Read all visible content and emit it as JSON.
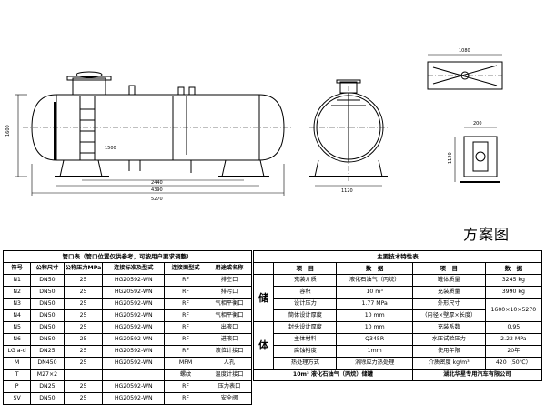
{
  "drawing": {
    "scheme_title": "方案图",
    "dims": {
      "overall_length": "5270",
      "length_4390": "4390",
      "length_2440": "2440",
      "height_1500": "1500",
      "width_1120": "1120",
      "top_1080": "1080",
      "height_1600": "1600",
      "side_200": "200",
      "side_1120": "1120"
    }
  },
  "nozzle_table": {
    "caption": "管口表（管口位置仅供参考，可按用户要求调整）",
    "headers": [
      "符号",
      "公称尺寸",
      "公称压力MPa",
      "连接标准及型式",
      "连接面型式",
      "用途或名称"
    ],
    "rows": [
      [
        "N1",
        "DN50",
        "25",
        "HG20592-WN",
        "RF",
        "排空口"
      ],
      [
        "N2",
        "DN50",
        "25",
        "HG20592-WN",
        "RF",
        "排污口"
      ],
      [
        "N3",
        "DN50",
        "25",
        "HG20592-WN",
        "RF",
        "气相平衡口"
      ],
      [
        "N4",
        "DN50",
        "25",
        "HG20592-WN",
        "RF",
        "气相平衡口"
      ],
      [
        "N5",
        "DN50",
        "25",
        "HG20592-WN",
        "RF",
        "出液口"
      ],
      [
        "N6",
        "DN50",
        "25",
        "HG20592-WN",
        "RF",
        "进液口"
      ],
      [
        "LG a-d",
        "DN25",
        "25",
        "HG20592-WN",
        "RF",
        "液位计接口"
      ],
      [
        "M",
        "DN450",
        "25",
        "HG20592-WN",
        "MFM",
        "人孔"
      ],
      [
        "T",
        "M27×2",
        "",
        "",
        "螺纹",
        "温度计接口"
      ],
      [
        "P",
        "DN25",
        "25",
        "HG20592-WN",
        "RF",
        "压力表口"
      ],
      [
        "SV",
        "DN50",
        "25",
        "HG20592-WN",
        "RF",
        "安全阀"
      ]
    ]
  },
  "spec_table": {
    "caption": "主要技术特性表",
    "headers": [
      "项　目",
      "数　据",
      "项　目",
      "数　据"
    ],
    "side_label_1": "储",
    "side_label_2": "体",
    "rows": [
      [
        "充装介质",
        "液化石油气（丙烷）",
        "罐体质量",
        "3245 kg"
      ],
      [
        "容积",
        "10 m³",
        "充装质量",
        "3990 kg"
      ],
      [
        "设计压力",
        "1.77 MPa",
        "外形尺寸",
        "1600×10×5270"
      ],
      [
        "筒体设计厚度",
        "10 mm",
        "（内径×壁厚×长度）",
        ""
      ],
      [
        "封头设计厚度",
        "10 mm",
        "充装系数",
        "0.95"
      ],
      [
        "主体材料",
        "Q345R",
        "水压试验压力",
        "2.22 MPa"
      ],
      [
        "腐蚀裕度",
        "1mm",
        "使用年限",
        "20年"
      ],
      [
        "热处理方式",
        "消除应力热处理",
        "介质密度 kg/m³",
        "420（50℃）"
      ]
    ],
    "footer_left": "10m³ 液化石油气（丙烷）储罐",
    "footer_right": "湖北华星专用汽车有限公司"
  }
}
